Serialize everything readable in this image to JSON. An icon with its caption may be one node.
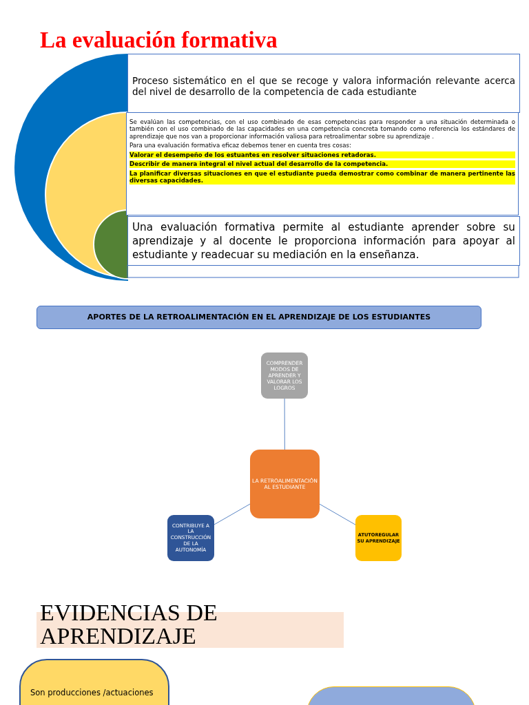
{
  "diagram": {
    "title": "La evaluación formativa",
    "nodes": [
      {
        "text": [
          "Proceso sistemático en el que se recoge y valora información relevante acerca del nivel de desarrollo de la competencia de cada estudiante"
        ]
      },
      {
        "text": [
          "Se evalúan las competencias, con el uso combinado de esas competencias para responder a una situación determinada o también con el uso combinado de las capacidades en una competencia concreta tomando como referencia los estándares de aprendizaje que nos van a proporcionar información valiosa para retroalimentar sobre su aprendizaje .",
          "Para una evaluación formativa eficaz debemos tener en cuenta tres cosas:",
          "Valorar el desempeño de los estuantes en resolver situaciones retadoras.",
          "Describir de manera integral el nivel actual del desarrollo de la competencia.",
          "La planificar diversas situaciones en que el estudiante pueda demostrar como combinar de manera pertinente las diversas capacidades."
        ]
      },
      {
        "text": [
          "Una evaluación formativa permite al estudiante aprender sobre su aprendizaje y al docente le proporciona información para apoyar al estudiante y readecuar su mediación en la enseñanza."
        ]
      },
      {
        "text": [
          "APORTES DE LA RETROALIMENTACIÓN EN EL APRENDIZAJE DE LOS ESTUDIANTES"
        ]
      },
      {
        "text": [
          "COMPRENDER MODOS DE APRENDER Y VALORAR LOS LOGROS"
        ]
      },
      {
        "text": [
          "LA RETROALIMENTACIÓN AL ESTUDIANTE"
        ]
      },
      {
        "text": [
          "CONTRIBUYE A LA CONSTRUCCIÓN DE LA AUTONOMÍA"
        ]
      },
      {
        "text": [
          "ATUTOREGULAR SU APRENDIZAJE"
        ]
      },
      {
        "text": [
          "EVIDENCIAS DE APRENDIZAJE"
        ]
      },
      {
        "text": [
          "Son producciones /actuaciones"
        ]
      },
      {
        "text": [],
        "shape": "box"
      }
    ],
    "edges": [
      {
        "from": 4,
        "to": 5,
        "arrow": "none"
      },
      {
        "from": 5,
        "to": 6,
        "arrow": "none"
      },
      {
        "from": 5,
        "to": 7,
        "arrow": "none"
      }
    ]
  }
}
